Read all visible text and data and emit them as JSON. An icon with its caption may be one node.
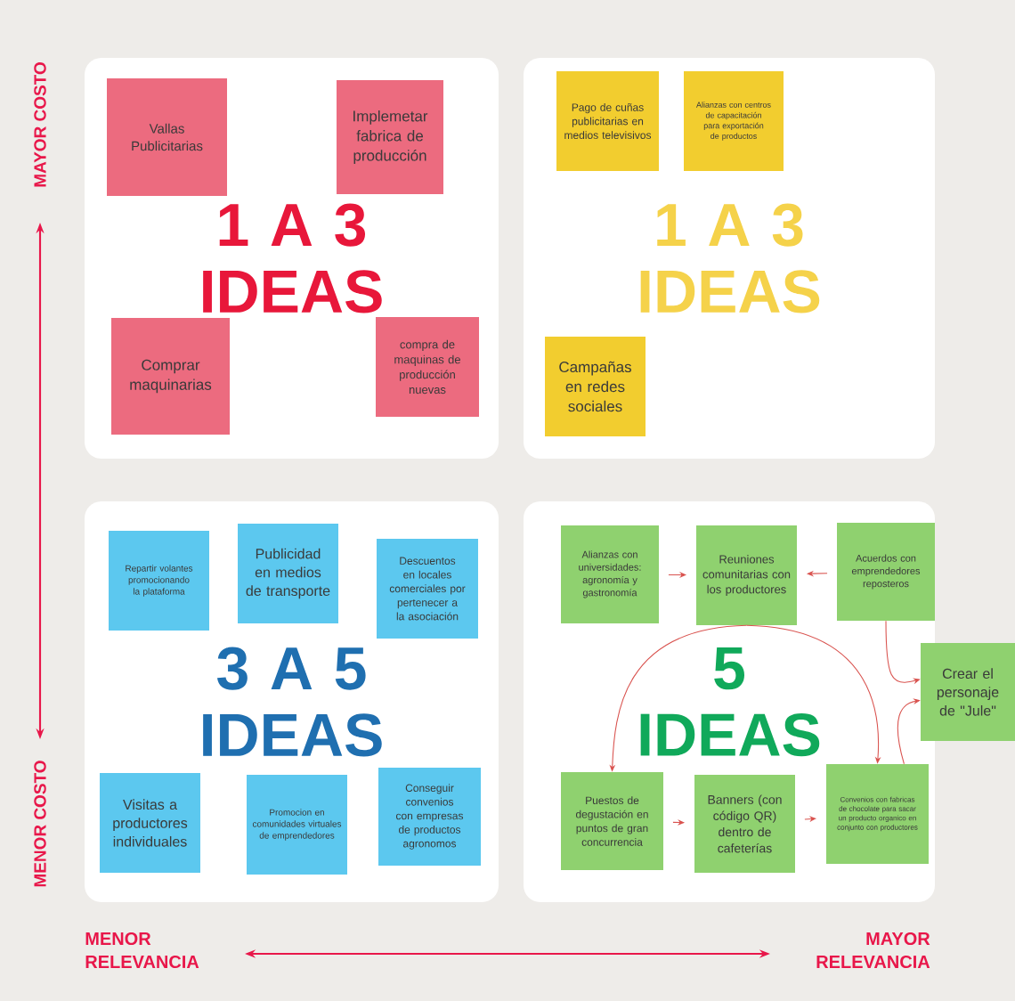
{
  "diagram": {
    "nodes": [
      {
        "text": [
          "1 A 3 IDEAS"
        ]
      },
      {
        "text": [
          "Vallas Publicitarias"
        ],
        "in": 0
      },
      {
        "text": [
          "Implemetar fabrica de producción"
        ],
        "in": 0
      },
      {
        "text": [
          "Comprar maquinarias"
        ],
        "in": 0
      },
      {
        "text": [
          "compra de maquinas de producción nuevas"
        ],
        "in": 0
      },
      {
        "text": [
          "1 A 3 IDEAS"
        ]
      },
      {
        "text": [
          "Pago de cuñas publicitarias en medios televisivos"
        ],
        "in": 5
      },
      {
        "text": [
          "Alianzas con centros de capacitación para exportación de productos"
        ],
        "in": 5
      },
      {
        "text": [
          "Campañas en redes sociales"
        ],
        "in": 5
      },
      {
        "text": [
          "3 A 5 IDEAS"
        ]
      },
      {
        "text": [
          "Repartir volantes promocionando la plataforma"
        ],
        "in": 9
      },
      {
        "text": [
          "Publicidad en medios de transporte"
        ],
        "in": 9
      },
      {
        "text": [
          "Descuentos en locales comerciales por pertenecer a la asociación"
        ],
        "in": 9
      },
      {
        "text": [
          "Visitas a productores individuales"
        ],
        "in": 9
      },
      {
        "text": [
          "Promocion en comunidades virtuales de emprendedores"
        ],
        "in": 9
      },
      {
        "text": [
          "Conseguir convenios con empresas de productos agronomos"
        ],
        "in": 9
      },
      {
        "text": [
          "5 IDEAS"
        ]
      },
      {
        "text": [
          "Alianzas con universidades: agronomía y gastronomía"
        ],
        "in": 16
      },
      {
        "text": [
          "Reuniones comunitarias con los productores"
        ],
        "in": 16
      },
      {
        "text": [
          "Acuerdos con emprendedores reposteros"
        ],
        "in": 16
      },
      {
        "text": [
          "Puestos de degustación en puntos de gran concurrencia"
        ],
        "in": 16
      },
      {
        "text": [
          "Banners (con código QR) dentro de cafeterías"
        ],
        "in": 16
      },
      {
        "text": [
          "Convenios con fabricas de chocolate para sacar un producto organico en conjunto con productores"
        ],
        "in": 16
      },
      {
        "text": [
          "Crear el personaje de \"Jule\""
        ]
      }
    ],
    "edges": [
      {
        "from": 17,
        "to": 18,
        "arrow": "to"
      },
      {
        "from": 19,
        "to": 18,
        "arrow": "to"
      },
      {
        "from": 18,
        "to": 20,
        "arrow": "to"
      },
      {
        "from": 18,
        "to": 22,
        "arrow": "to"
      },
      {
        "from": 19,
        "to": 23,
        "arrow": "to"
      },
      {
        "from": 22,
        "to": 23,
        "arrow": "to"
      },
      {
        "from": 20,
        "to": 21,
        "arrow": "to"
      },
      {
        "from": 21,
        "to": 22,
        "arrow": "to"
      }
    ],
    "labels": [
      "MAYOR COSTO",
      "MENOR COSTO",
      "MENOR RELEVANCIA",
      "MAYOR RELEVANCIA"
    ]
  }
}
